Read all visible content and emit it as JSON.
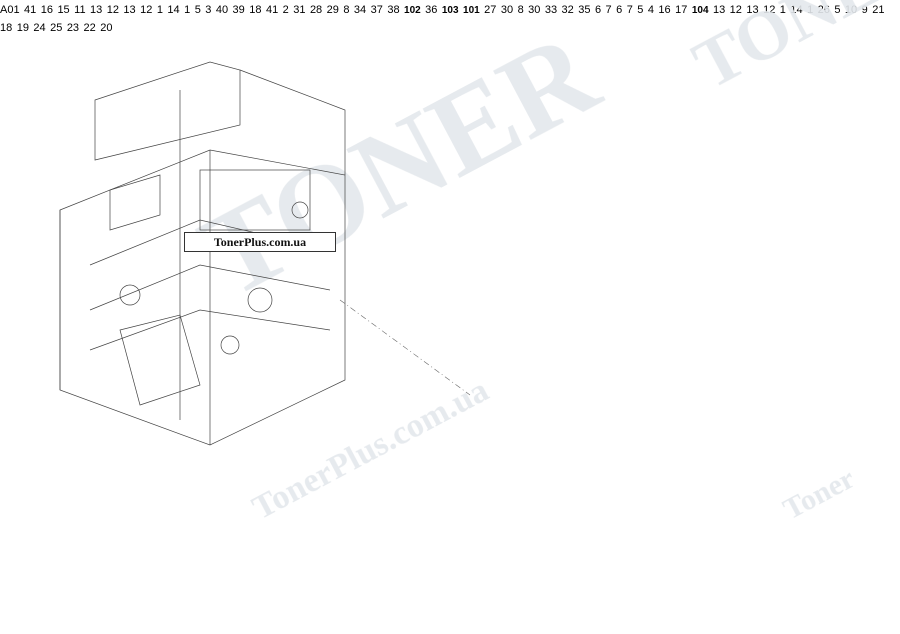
{
  "watermark": {
    "text_top": "TONER",
    "text_mid": "TonerPlus.com.ua",
    "text_bottom": "Toner"
  },
  "site_label": "TonerPlus.com.ua",
  "assembly_label": "A01",
  "callouts": {
    "c41a": "41",
    "c16a": "16",
    "c15": "15",
    "c11": "11",
    "c13a": "13",
    "c12a": "12",
    "c13b": "13",
    "c12b": "12",
    "c1a": "1",
    "c14a": "14",
    "c1b": "1",
    "c5a": "5",
    "c3": "3",
    "c40": "40",
    "c39": "39",
    "c18a": "18",
    "c41b": "41",
    "c2": "2",
    "c31": "31",
    "c28": "28",
    "c29": "29",
    "c8a": "8",
    "c34": "34",
    "c37": "37",
    "c38": "38",
    "c102": "102",
    "c36": "36",
    "c103": "103",
    "c101": "101",
    "c27": "27",
    "c30a": "30",
    "c8b": "8",
    "c30b": "30",
    "c33": "33",
    "c32": "32",
    "c35": "35",
    "c6a": "6",
    "c7a": "7",
    "c6b": "6",
    "c7b": "7",
    "c5b": "5",
    "c4": "4",
    "c16b": "16",
    "c17": "17",
    "c104": "104",
    "c13c": "13",
    "c12c": "12",
    "c13d": "13",
    "c12d": "12",
    "c1c": "1",
    "c14b": "14",
    "c1d": "1",
    "c26": "26",
    "c5c": "5",
    "c10": "10",
    "c9": "9",
    "c21": "21",
    "c18b": "18",
    "c19": "19",
    "c24": "24",
    "c25": "25",
    "c23": "23",
    "c22": "22",
    "c20": "20"
  }
}
